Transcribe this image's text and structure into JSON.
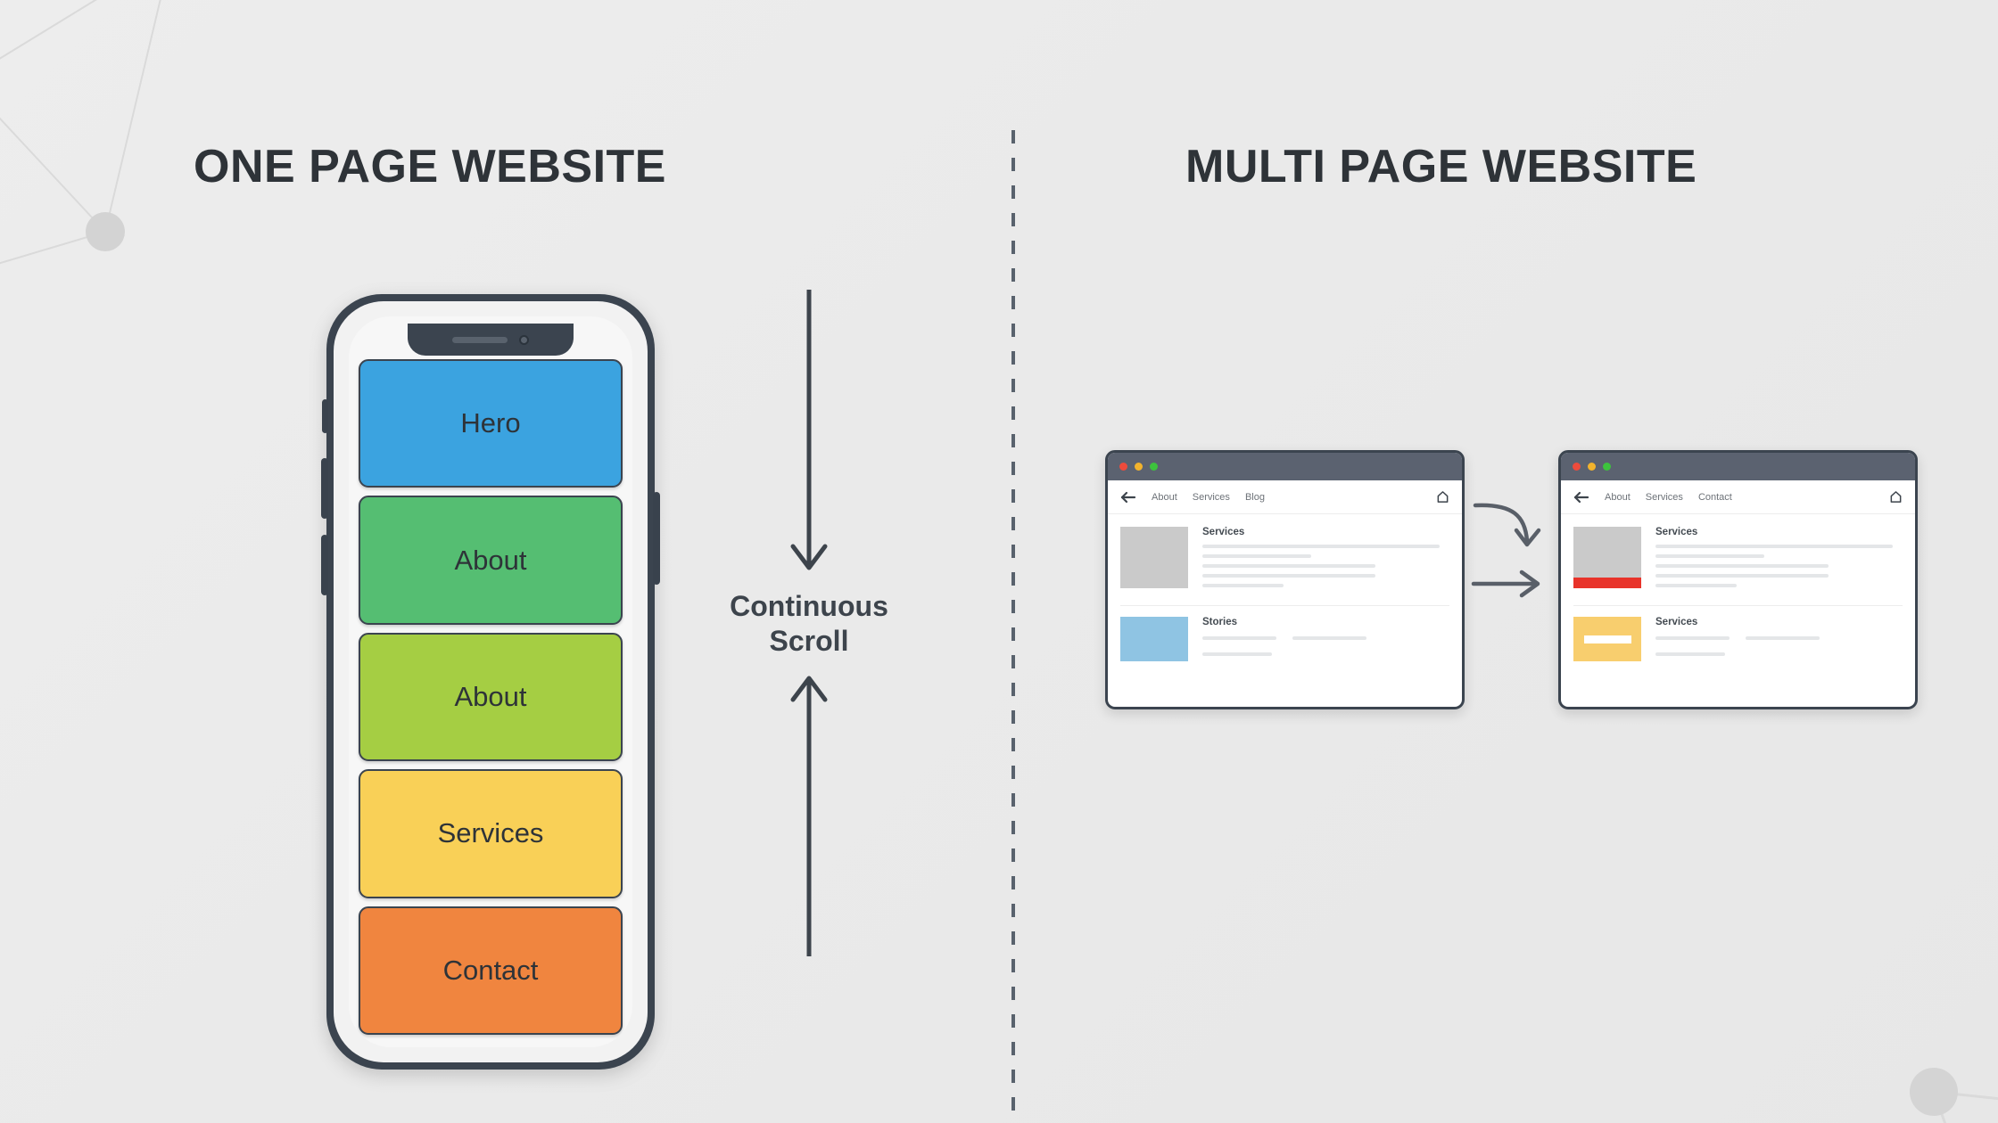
{
  "background_color": "#ececec",
  "divider": {
    "name": "vertical-dashed-divider",
    "color": "#59626d"
  },
  "left_panel": {
    "title": "ONE PAGE WEBSITE",
    "phone": {
      "frame_color": "#3b444f",
      "screen_color": "#f7f7f7",
      "sections": [
        {
          "label": "Hero",
          "color": "#3ba3e0"
        },
        {
          "label": "About",
          "color": "#55be72"
        },
        {
          "label": "About",
          "color": "#a5ce43"
        },
        {
          "label": "Services",
          "color": "#f9d057"
        },
        {
          "label": "Contact",
          "color": "#f0853f"
        }
      ]
    },
    "scroll_indicator": {
      "label_line1": "Continuous",
      "label_line2": "Scroll",
      "down_arrow_name": "arrow-down-icon",
      "up_arrow_name": "arrow-up-icon",
      "color": "#3d444c"
    }
  },
  "right_panel": {
    "title": "MULTI PAGE WEBSITE",
    "transition_arrows": [
      {
        "name": "curved-arrow-down-right-icon"
      },
      {
        "name": "straight-arrow-right-icon"
      }
    ],
    "browsers": [
      {
        "name": "browser-window-1",
        "titlebar_color": "#5b6270",
        "traffic_lights": [
          "#ee4b3c",
          "#f2b32d",
          "#3dc33d"
        ],
        "nav": {
          "back_icon": "arrow-left-icon",
          "links": [
            "About",
            "Services",
            "Blog"
          ],
          "home_icon": "home-icon"
        },
        "rows": [
          {
            "heading": "Services",
            "thumb_color": "#cacaca",
            "thumb_accent": null,
            "lines": 5
          },
          {
            "heading": "Stories",
            "thumb_color": "#8fc4e3",
            "thumb_accent": null,
            "lines": 2
          }
        ]
      },
      {
        "name": "browser-window-2",
        "titlebar_color": "#5b6270",
        "traffic_lights": [
          "#ee4b3c",
          "#f2b32d",
          "#3dc33d"
        ],
        "nav": {
          "back_icon": "arrow-left-icon",
          "links": [
            "About",
            "Services",
            "Contact"
          ],
          "home_icon": "home-icon"
        },
        "rows": [
          {
            "heading": "Services",
            "thumb_color": "#cacaca",
            "thumb_accent": "#e8332a",
            "lines": 5
          },
          {
            "heading": "Services",
            "thumb_color": "#f8ce6e",
            "thumb_accent": "#ffffff",
            "lines": 2
          }
        ]
      }
    ]
  },
  "decoration": {
    "network_top_left": "network-nodes-graphic",
    "network_bottom_right": "network-node-graphic",
    "node_color": "#d3d3d3",
    "edge_color": "#dadada"
  }
}
